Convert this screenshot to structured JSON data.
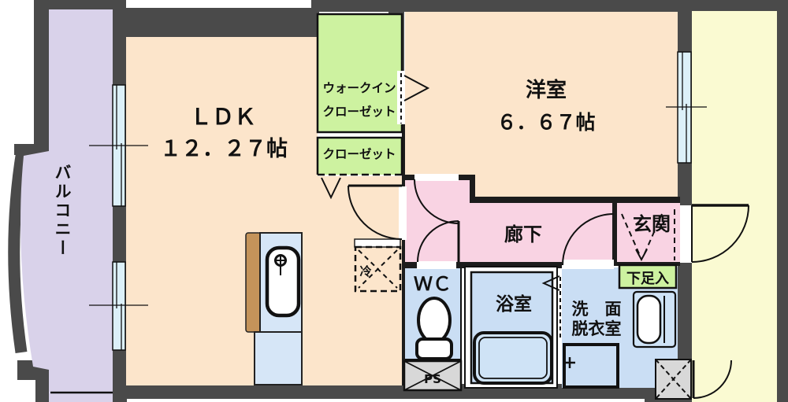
{
  "floor_plan": {
    "colors": {
      "wall": "#4a4a4a",
      "inner_wall": "#1c1c1c",
      "floor_cream": "#fce5cb",
      "balcony_lavender": "#d9d2ea",
      "closet_green": "#cdf2a0",
      "hall_pink": "#f9d3e3",
      "wet_area_blue": "#cadef4",
      "corridor_yellow": "#fafad2",
      "window_glass": "#dcf0f9",
      "service_gray": "#d8d8d8",
      "kitchen_counter_blue": "#d6e6f7",
      "kitchen_panel_brown": "#c4935a",
      "fixture_white": "#ffffff",
      "tub_blue": "#cfe3f6"
    },
    "labels": {
      "balcony": "バルコニー",
      "ldk": "ＬＤＫ",
      "ldk_area": "１２．２７帖",
      "walk_in_closet_line1": "ウォークイン",
      "walk_in_closet_line2": "クローゼット",
      "closet": "クローゼット",
      "western_room": "洋室",
      "western_room_area": "６．６７帖",
      "hallway": "廊下",
      "entrance": "玄関",
      "shoe_cabinet": "下足入",
      "toilet": "ＷＣ",
      "bathroom": "浴室",
      "washroom_line1": "洗　面",
      "washroom_line2": "脱衣室",
      "pipe_space": "PS",
      "refrigerator": "冷"
    }
  }
}
